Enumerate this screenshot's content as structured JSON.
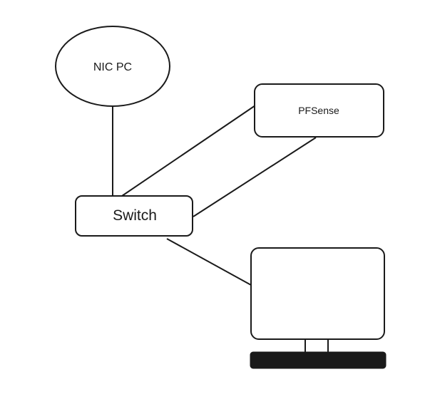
{
  "diagram": {
    "nodes": {
      "nic_pc": {
        "label": "NIC PC"
      },
      "pfsense": {
        "label": "PFSense"
      },
      "switch": {
        "label": "Switch"
      },
      "monitor": {
        "label": ""
      }
    },
    "connections": [
      {
        "from": "nic_pc",
        "to": "switch"
      },
      {
        "from": "pfsense",
        "to": "switch"
      },
      {
        "from": "pfsense",
        "to": "switch"
      },
      {
        "from": "switch",
        "to": "monitor"
      }
    ]
  },
  "colors": {
    "stroke": "#1a1a1a",
    "fill": "#ffffff",
    "base": "#1a1a1a"
  }
}
